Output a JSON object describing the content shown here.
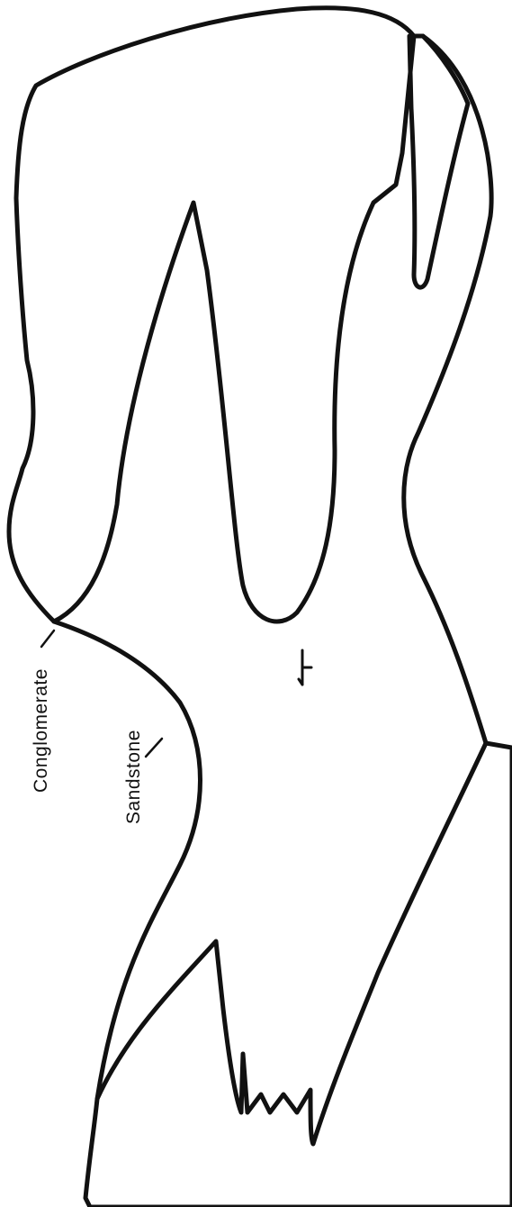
{
  "labels": {
    "conglomerate": "Conglomerate",
    "sandstone": "Sandstone"
  },
  "colors": {
    "ink": "#111111",
    "paper": "#ffffff"
  },
  "icons": [
    "bedding-symbol"
  ]
}
